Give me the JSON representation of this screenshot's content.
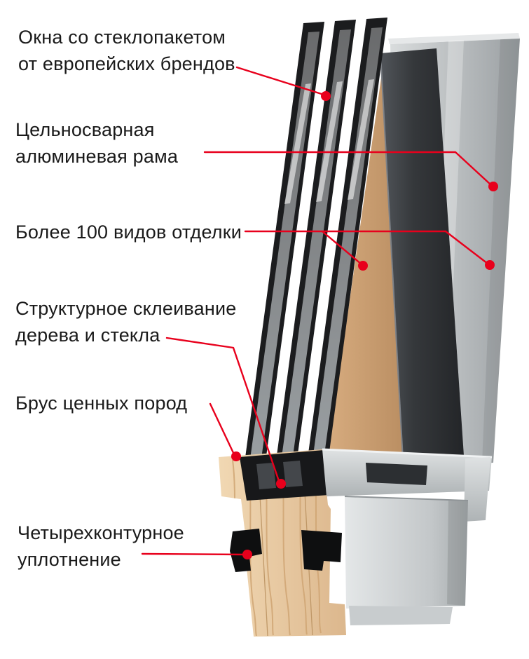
{
  "colors": {
    "accent_red": "#e8001c",
    "text": "#1a1a1a",
    "aluminum_light": "#c9cdcf",
    "aluminum_dark": "#9ea3a6",
    "anthracite": "#2e3134",
    "wood": "#e6c49c",
    "glass_frame": "#1b1c1e"
  },
  "labels": [
    {
      "id": "glazing",
      "text": "Окна со стеклопакетом\nот европейских брендов"
    },
    {
      "id": "aluminum-frame",
      "text": "Цельносварная\nалюминевая рама"
    },
    {
      "id": "finishes",
      "text": "Более 100 видов отделки"
    },
    {
      "id": "structural-glue",
      "text": "Структурное склеивание\nдерева и стекла"
    },
    {
      "id": "wood-beam",
      "text": "Брус ценных пород"
    },
    {
      "id": "sealing",
      "text": "Четырехконтурное\nуплотнение"
    }
  ]
}
